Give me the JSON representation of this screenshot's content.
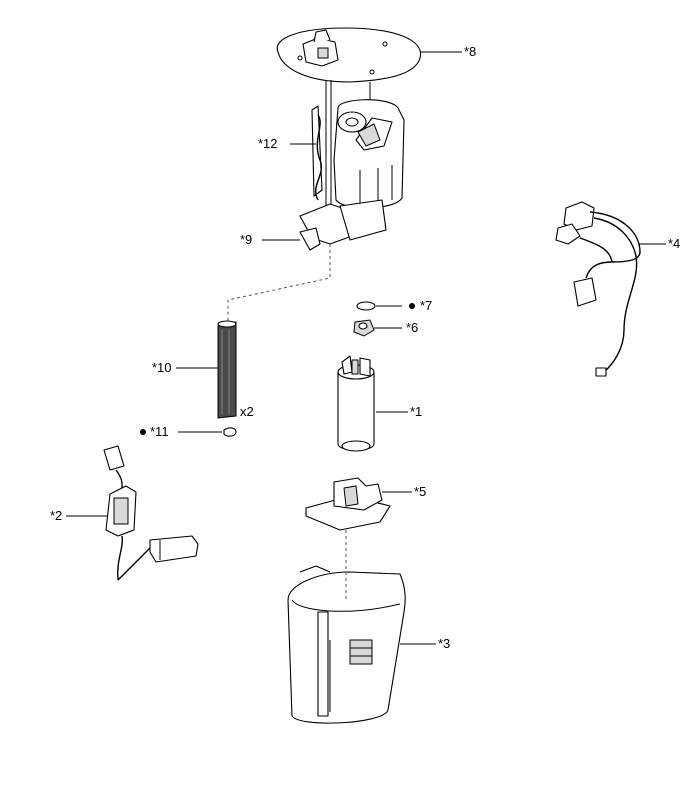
{
  "labels": {
    "p1": "*1",
    "p2": "*2",
    "p3": "*3",
    "p4": "*4",
    "p5": "*5",
    "p6": "*6",
    "p7": "*7",
    "p8": "*8",
    "p9": "*9",
    "p10": "*10",
    "p11": "*11",
    "p12": "*12",
    "qty": "x2"
  }
}
